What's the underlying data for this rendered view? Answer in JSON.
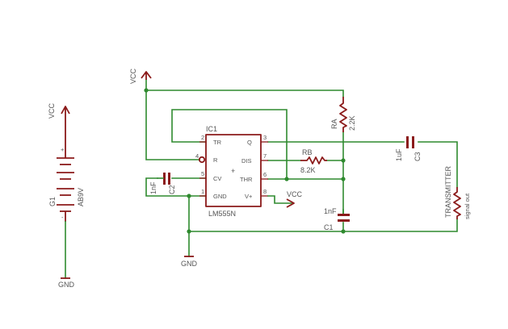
{
  "battery": {
    "vcc": "VCC",
    "gnd": "GND",
    "name": "G1",
    "value": "AB9V",
    "plus": "+",
    "minus": "-"
  },
  "supply": {
    "vcc": "VCC",
    "gnd": "GND"
  },
  "ic": {
    "name": "IC1",
    "part": "LM555N",
    "plus": "+",
    "pins": {
      "tr": "TR",
      "r": "R",
      "cv": "CV",
      "gnd": "GND",
      "q": "Q",
      "dis": "DIS",
      "thr": "THR",
      "vplus": "V+"
    },
    "pin_numbers": {
      "tr": "2",
      "r": "4",
      "cv": "5",
      "gnd": "1",
      "q": "3",
      "dis": "7",
      "thr": "6",
      "vplus": "8"
    },
    "vcc_label": "VCC"
  },
  "ra": {
    "name": "RA",
    "value": "2.2K"
  },
  "rb": {
    "name": "RB",
    "value": "8.2K"
  },
  "c1": {
    "name": "C1",
    "value": "1nF"
  },
  "c2": {
    "name": "C2",
    "value": "1nF"
  },
  "c3": {
    "name": "C3",
    "value": "1uF"
  },
  "transmitter": {
    "name": "TRANSMITTER",
    "value": "signal out"
  }
}
